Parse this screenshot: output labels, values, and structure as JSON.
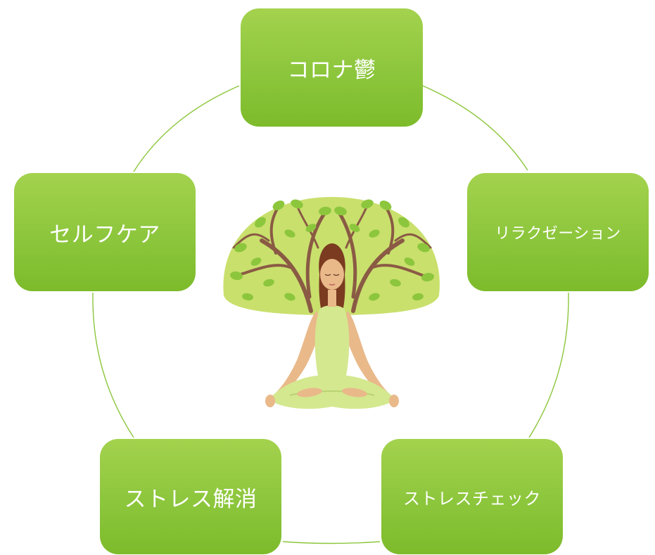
{
  "diagram": {
    "type": "cycle",
    "nodes": [
      {
        "label": "コロナ鬱"
      },
      {
        "label": "リラクゼーション"
      },
      {
        "label": "ストレスチェック"
      },
      {
        "label": "ストレス解消"
      },
      {
        "label": "セルフケア"
      }
    ],
    "colors": {
      "node_top": "#a4d24e",
      "node_bottom": "#7dbb2b",
      "connector": "#8cc63c",
      "text": "#ffffff",
      "canopy": "#c9e06d",
      "leaf": "#8cc63c",
      "branch": "#8a5a44",
      "hair": "#7a3b20",
      "skin": "#e9b98a",
      "clothes": "#d4e88f"
    },
    "center_image": {
      "icon": "meditating-woman-tree-illustration"
    }
  }
}
